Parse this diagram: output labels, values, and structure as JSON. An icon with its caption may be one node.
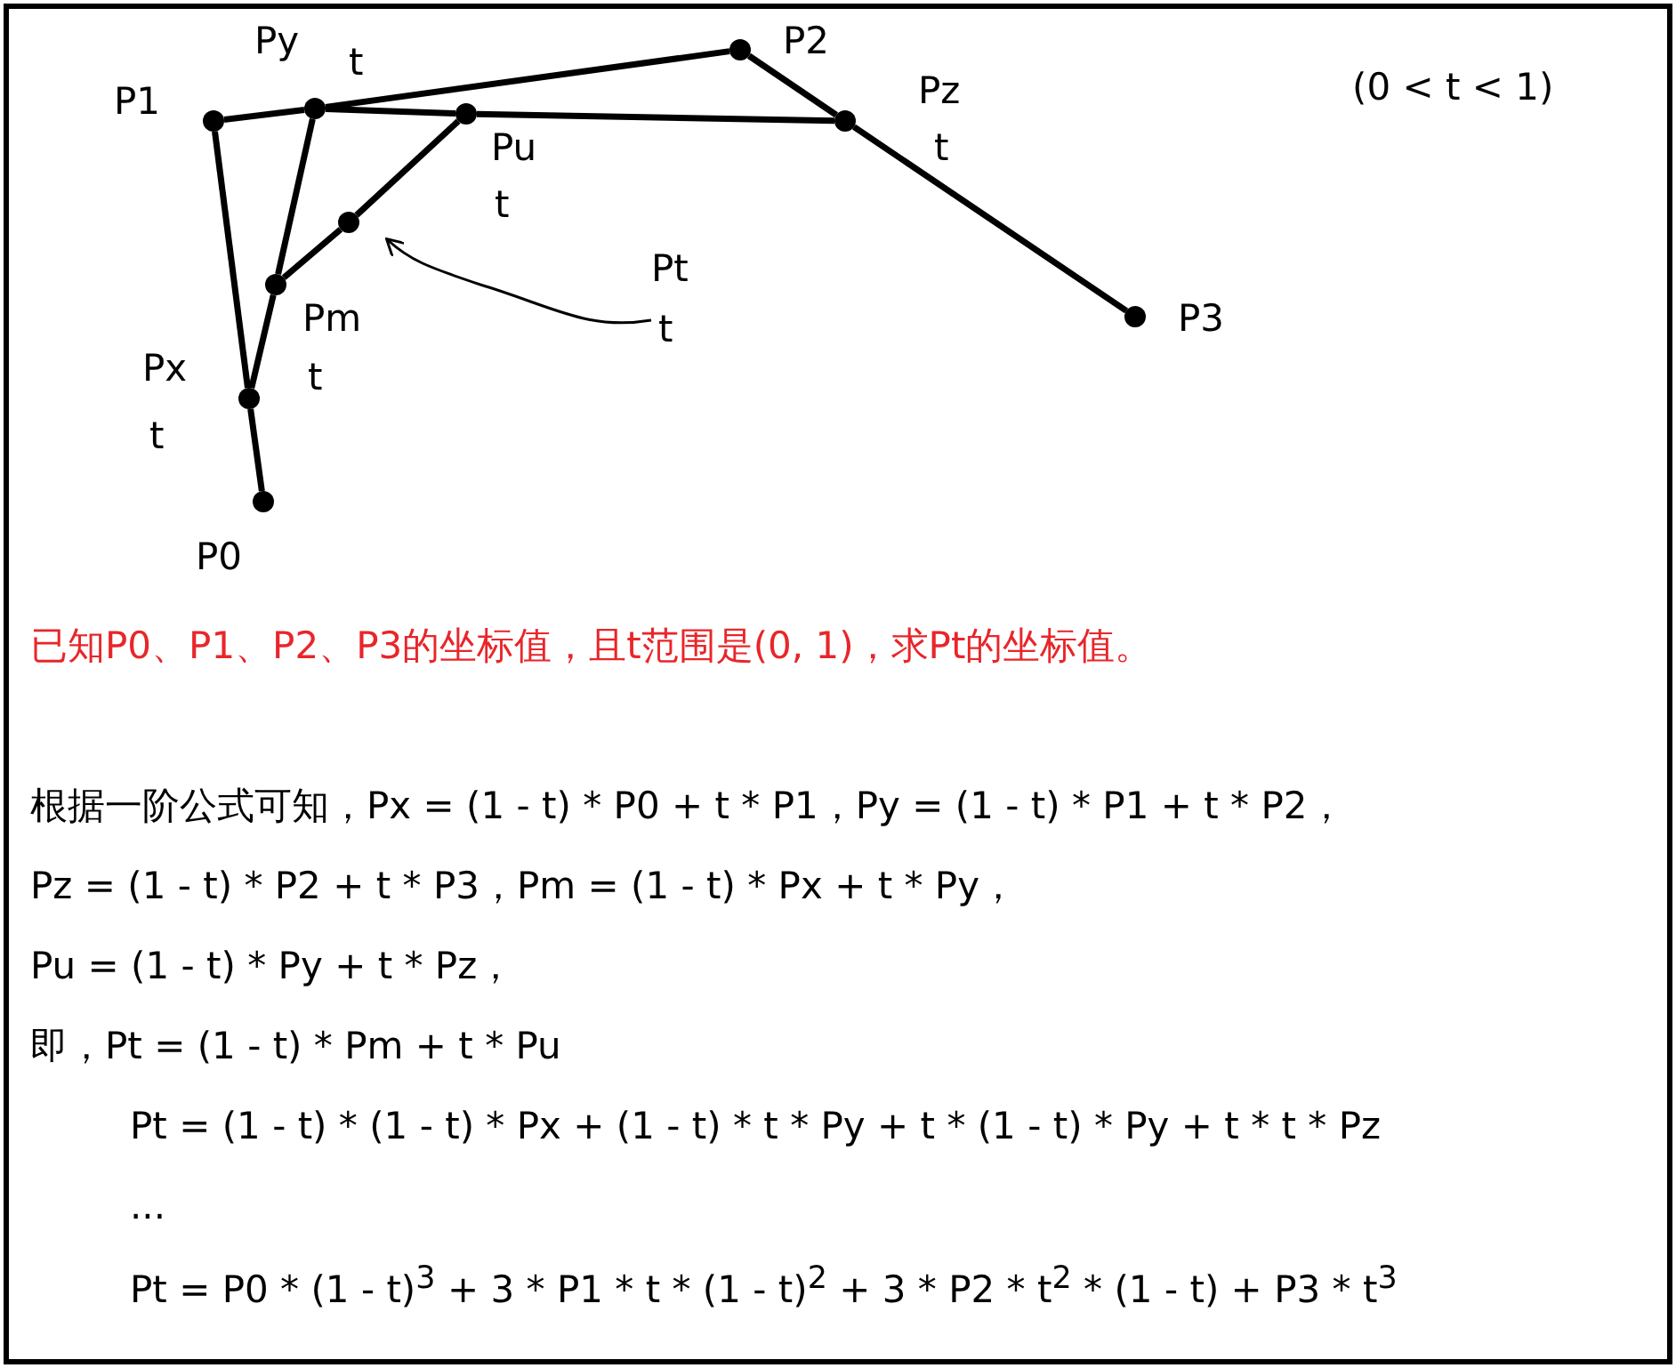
{
  "diagram": {
    "nodes": [
      {
        "text": [],
        "shape": "circle",
        "beside": [
          "P0"
        ]
      },
      {
        "text": [],
        "shape": "circle",
        "beside": [
          "Px",
          "t"
        ]
      },
      {
        "text": [],
        "shape": "circle",
        "beside": [
          "P1"
        ]
      },
      {
        "text": [],
        "shape": "circle",
        "beside": [
          "Py",
          "t"
        ]
      },
      {
        "text": [],
        "shape": "circle",
        "beside": [
          "Pu",
          "t"
        ]
      },
      {
        "text": [],
        "shape": "circle",
        "beside": [
          "P2"
        ]
      },
      {
        "text": [],
        "shape": "circle",
        "beside": [
          "Pz",
          "t"
        ]
      },
      {
        "text": [],
        "shape": "circle",
        "beside": [
          "P3"
        ]
      },
      {
        "text": [],
        "shape": "circle",
        "beside": [
          "Pm",
          "t"
        ]
      },
      {
        "text": [],
        "shape": "circle"
      },
      {
        "text": [
          "Pt",
          "t"
        ]
      }
    ],
    "edges": [
      {
        "from": 0,
        "to": 1,
        "arrow": "none"
      },
      {
        "from": 1,
        "to": 2,
        "arrow": "none"
      },
      {
        "from": 2,
        "to": 3,
        "arrow": "none"
      },
      {
        "from": 3,
        "to": 5,
        "arrow": "none"
      },
      {
        "from": 5,
        "to": 6,
        "arrow": "none"
      },
      {
        "from": 6,
        "to": 7,
        "arrow": "none"
      },
      {
        "from": 1,
        "to": 8,
        "arrow": "none"
      },
      {
        "from": 8,
        "to": 3,
        "arrow": "none"
      },
      {
        "from": 3,
        "to": 4,
        "arrow": "none"
      },
      {
        "from": 4,
        "to": 6,
        "arrow": "none"
      },
      {
        "from": 8,
        "to": 9,
        "arrow": "none"
      },
      {
        "from": 9,
        "to": 4,
        "arrow": "none"
      },
      {
        "from": 10,
        "to": 9,
        "arrow": "to"
      }
    ],
    "labels": [
      "(0 < t < 1)",
      "已知P0、P1、P2、P3的坐标值，且t范围是(0, 1)，求Pt的坐标值。",
      "根据一阶公式可知，Px = (1 - t) * P0 + t * P1，Py = (1 - t) * P1 + t * P2，",
      "Pz = (1 - t) * P2 + t * P3，Pm = (1 - t) * Px + t * Py，",
      "Pu = (1 - t) * Py + t * Pz，",
      "即，Pt = (1 - t) * Pm + t * Pu",
      "Pt = (1 - t) * (1 - t) * Px + (1 - t) * t * Py + t * (1 - t) * Py + t * t * Pz",
      "...",
      "Pt = P0 * (1 - t)$^{3}$ + 3 * P1 * t * (1 - t)$^{2}$ + 3 * P2 * t$^{2}$ * (1 - t) + P3 * t$^{3}$"
    ]
  }
}
